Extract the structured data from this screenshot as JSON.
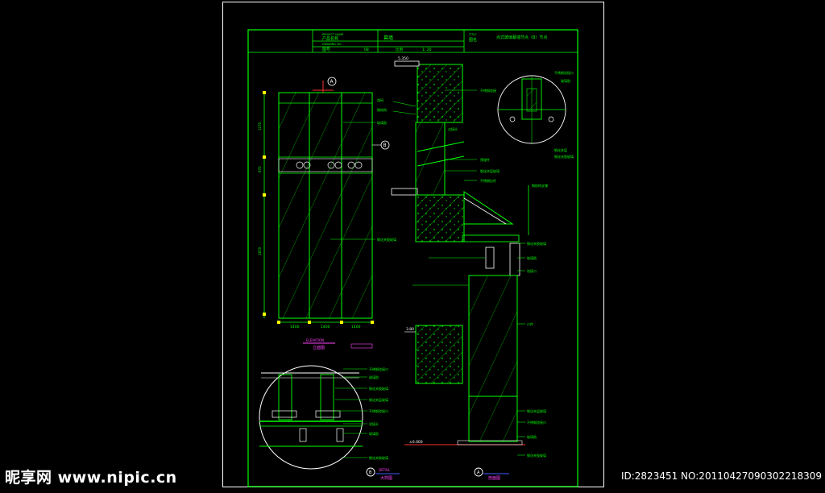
{
  "title_block": {
    "project_label": "PROJECT NAME",
    "project_name": "产品名称",
    "drawing_no_label": "DRAWING NO.",
    "drawing_no": "图号",
    "center": "幕墙",
    "num_1": "08",
    "scale_label": "比例",
    "scale": "1: 20",
    "title_label": "TITLE",
    "title_short": "图名",
    "title": "点式玻璃幕墙节点（B）节点"
  },
  "elevation": {
    "widths": [
      "1400",
      "1400",
      "1400"
    ],
    "heights": [
      "1270",
      "670",
      "1870"
    ],
    "callout_top": "A",
    "callout_mid": "B",
    "label": "ELEVATION",
    "name": "立面图",
    "labels": [
      "玻璃肋",
      "钢化夹胶玻璃"
    ]
  },
  "section": {
    "level_top": "5.350",
    "level_mid": "3.80",
    "level_bottom": "±0.000",
    "labels": [
      "角码",
      "钢结构",
      "不锈钢驳接",
      "点接头",
      "预埋件",
      "钢化夹层玻璃",
      "不锈钢拉杆",
      "钢结构支撑",
      "钢化夹胶玻璃",
      "玻璃肋",
      "驳接爪",
      "爪件",
      "钢化夹层玻璃",
      "不锈钢驳接爪",
      "玻璃肋",
      "钢化夹胶玻璃"
    ],
    "detail_labels": [
      "不锈钢驳接爪",
      "玻璃肋",
      "钢化夹层",
      "钢化夹胶玻璃"
    ]
  },
  "detail_b": {
    "labels": [
      "不锈钢驳接爪",
      "玻璃肋",
      "钢化夹胶玻璃",
      "钢化夹层玻璃",
      "不锈钢驳接爪",
      "驳接头",
      "玻璃肋",
      "钢化夹胶玻璃"
    ]
  },
  "bottom_labels": {
    "b_marker": "B",
    "b_label": "DETAIL",
    "b_name": "大样图",
    "a_marker": "A",
    "a_name": "剖面图"
  },
  "watermark": {
    "left": "昵享网 www.nipic.cn",
    "right": "ID:2823451 NO:20110427090302218309"
  },
  "colors": {
    "frame": "#ffffff",
    "line": "#00ff00",
    "accent": "#ffff00",
    "red": "#ff3030",
    "magenta": "#ff44ff",
    "blue": "#3b5bff"
  }
}
